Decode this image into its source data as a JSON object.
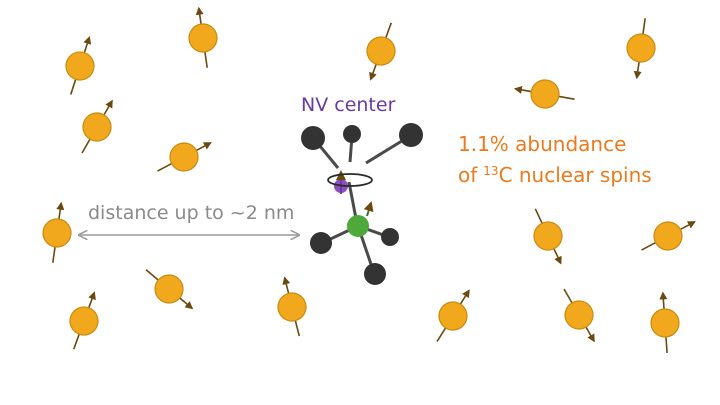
{
  "labels": {
    "nv_center": "NV center",
    "abundance_line1": "1.1% abundance",
    "abundance_line2_prefix": "of",
    "abundance_superscript": "13",
    "abundance_line2_suffix": "C nuclear spins",
    "distance": "distance up to ~2 nm"
  },
  "colors": {
    "spin_fill": "#f2a81d",
    "spin_stroke": "#c98a0f",
    "arrow": "#6a4a10",
    "carbon_atom": "#333333",
    "nitrogen_atom": "#8b4fc0",
    "vacancy_atom": "#4fa83a",
    "nv_label": "#6b3aa0",
    "abundance_label": "#ec7a1c",
    "distance_label": "#8a8a8a"
  },
  "icons": {
    "nuclear_spin": "spin-ball-with-arrow-icon",
    "nv_center": "nv-center-molecule-icon",
    "distance": "double-headed-arrow-icon"
  }
}
